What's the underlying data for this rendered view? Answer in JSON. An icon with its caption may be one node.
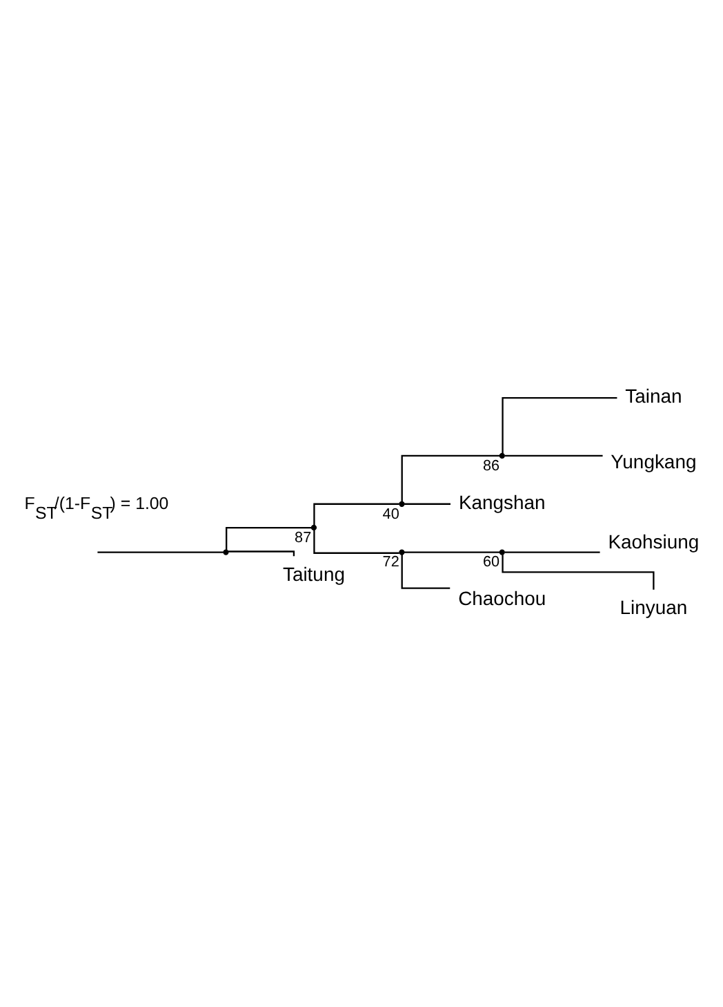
{
  "diagram": {
    "nodes": [
      {
        "text": [],
        "shape": "point"
      },
      {
        "text": [],
        "shape": "point",
        "beside": [
          "87"
        ]
      },
      {
        "text": [],
        "shape": "point",
        "beside": [
          "40"
        ]
      },
      {
        "text": [],
        "shape": "point",
        "beside": [
          "86"
        ]
      },
      {
        "text": [
          "Tainan"
        ]
      },
      {
        "text": [
          "Yungkang"
        ]
      },
      {
        "text": [
          "Kangshan"
        ]
      },
      {
        "text": [],
        "shape": "point",
        "beside": [
          "72"
        ]
      },
      {
        "text": [],
        "shape": "point",
        "beside": [
          "60"
        ]
      },
      {
        "text": [
          "Kaohsiung"
        ]
      },
      {
        "text": [
          "Linyuan"
        ]
      },
      {
        "text": [
          "Chaochou"
        ]
      },
      {
        "text": [
          "Taitung"
        ]
      }
    ],
    "edges": [
      {
        "from": null,
        "to": 0,
        "arrow": "none"
      },
      {
        "from": 0,
        "to": 1,
        "arrow": "none"
      },
      {
        "from": 0,
        "to": 12,
        "arrow": "none"
      },
      {
        "from": 1,
        "to": 2,
        "arrow": "none"
      },
      {
        "from": 1,
        "to": 7,
        "arrow": "none"
      },
      {
        "from": 2,
        "to": 3,
        "arrow": "none"
      },
      {
        "from": 2,
        "to": 6,
        "arrow": "none"
      },
      {
        "from": 3,
        "to": 4,
        "arrow": "none"
      },
      {
        "from": 3,
        "to": 5,
        "arrow": "none"
      },
      {
        "from": 7,
        "to": 8,
        "arrow": "none"
      },
      {
        "from": 7,
        "to": 11,
        "arrow": "none"
      },
      {
        "from": 8,
        "to": 9,
        "arrow": "none"
      },
      {
        "from": 8,
        "to": 10,
        "arrow": "none"
      }
    ],
    "labels": [
      "F$_{ST}$/(1-F$_{ST}$) = 1.00"
    ]
  }
}
